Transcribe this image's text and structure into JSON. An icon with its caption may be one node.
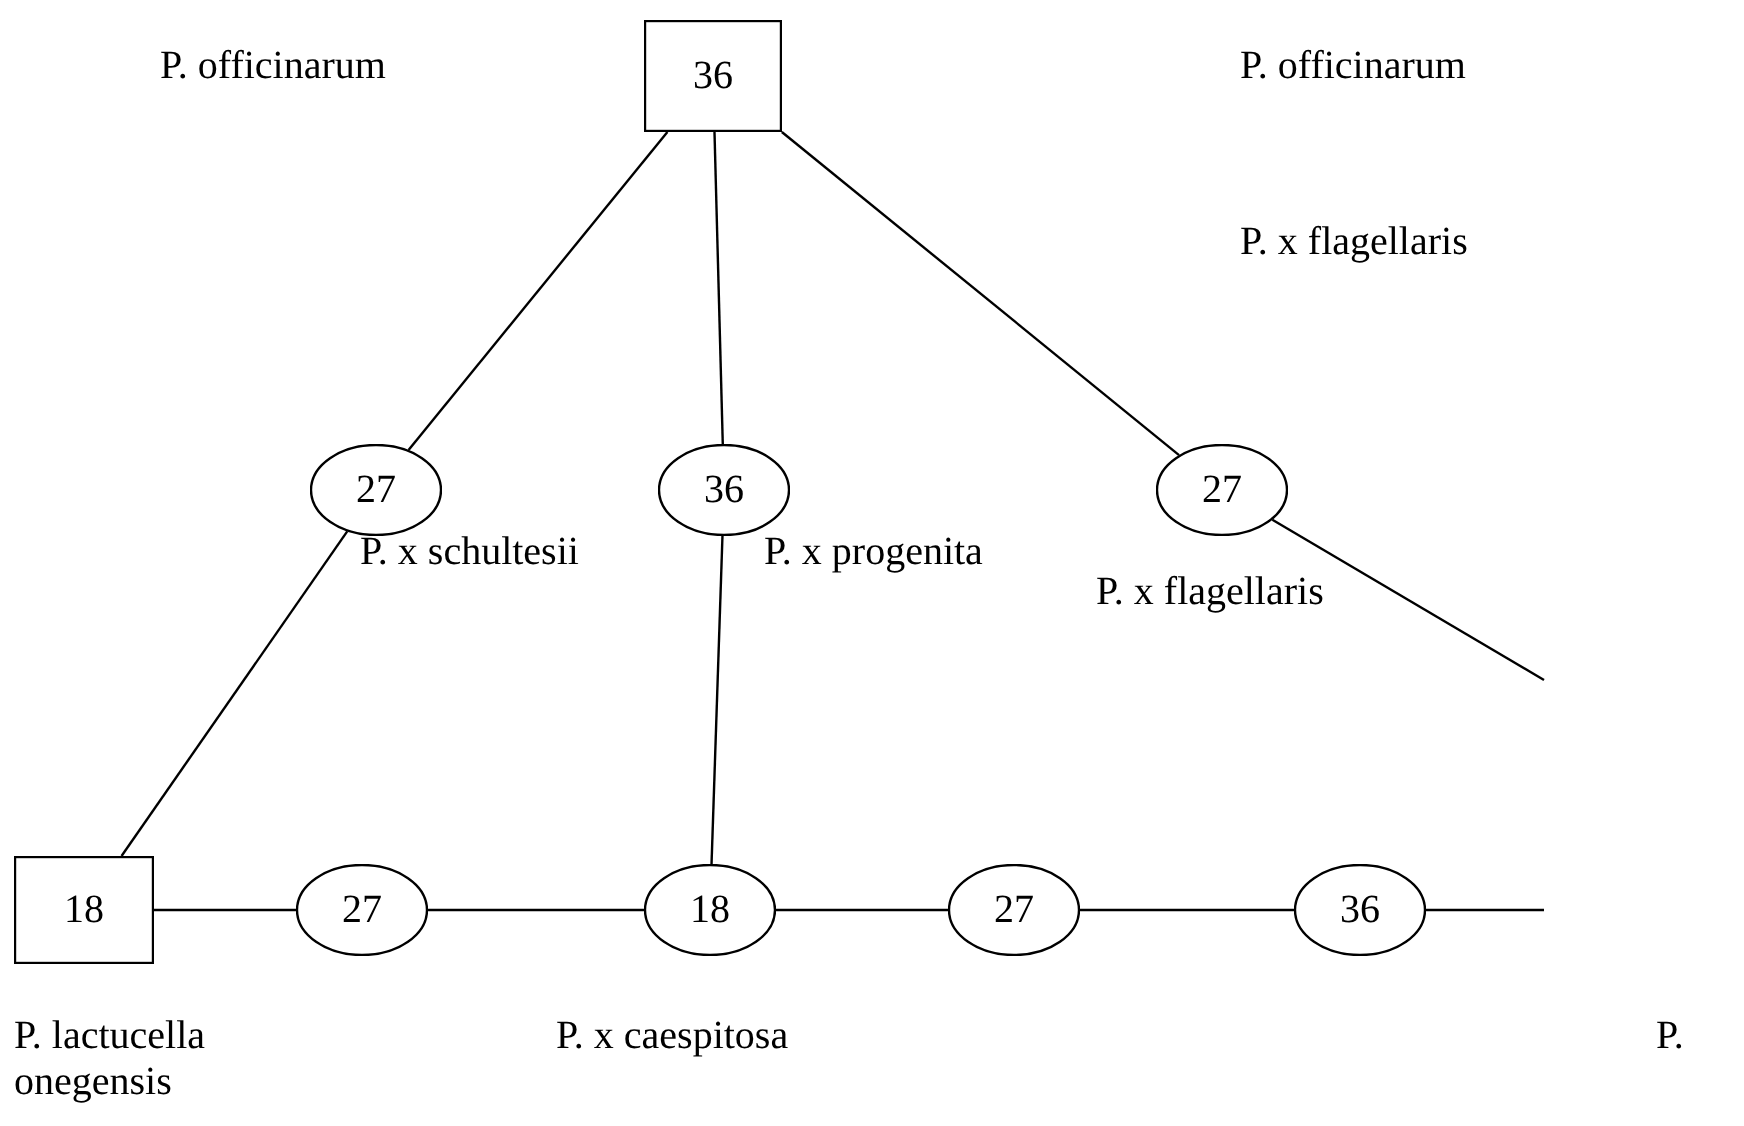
{
  "diagram": {
    "nodes": [
      {
        "text": [
          "36"
        ]
      },
      {
        "text": [
          "27"
        ]
      },
      {
        "text": [
          "36"
        ]
      },
      {
        "text": [
          "27"
        ]
      },
      {
        "text": [
          "18"
        ]
      },
      {
        "text": [
          "27"
        ]
      },
      {
        "text": [
          "18"
        ]
      },
      {
        "text": [
          "27"
        ]
      },
      {
        "text": [
          "36"
        ]
      }
    ],
    "edges": [
      {
        "from": 0,
        "to": 1,
        "arrow": "none"
      },
      {
        "from": 0,
        "to": 2,
        "arrow": "none"
      },
      {
        "from": 0,
        "to": 3,
        "arrow": "none"
      },
      {
        "from": 1,
        "to": 4,
        "arrow": "none"
      },
      {
        "from": 2,
        "to": 6,
        "arrow": "none"
      },
      {
        "from": 3,
        "to": null,
        "arrow": "none"
      },
      {
        "from": 4,
        "to": 5,
        "arrow": "none"
      },
      {
        "from": 5,
        "to": 6,
        "arrow": "none"
      },
      {
        "from": 6,
        "to": 7,
        "arrow": "none"
      },
      {
        "from": 7,
        "to": 8,
        "arrow": "none"
      },
      {
        "from": 8,
        "to": null,
        "arrow": "none"
      }
    ],
    "labels": [
      "P. officinarum",
      "P. officinarum",
      "P. x flagellaris",
      "P. x schultesii",
      "P. x progenita",
      "P. x flagellaris",
      "P. lactucella onegensis",
      "P. x caespitosa",
      "P."
    ]
  }
}
